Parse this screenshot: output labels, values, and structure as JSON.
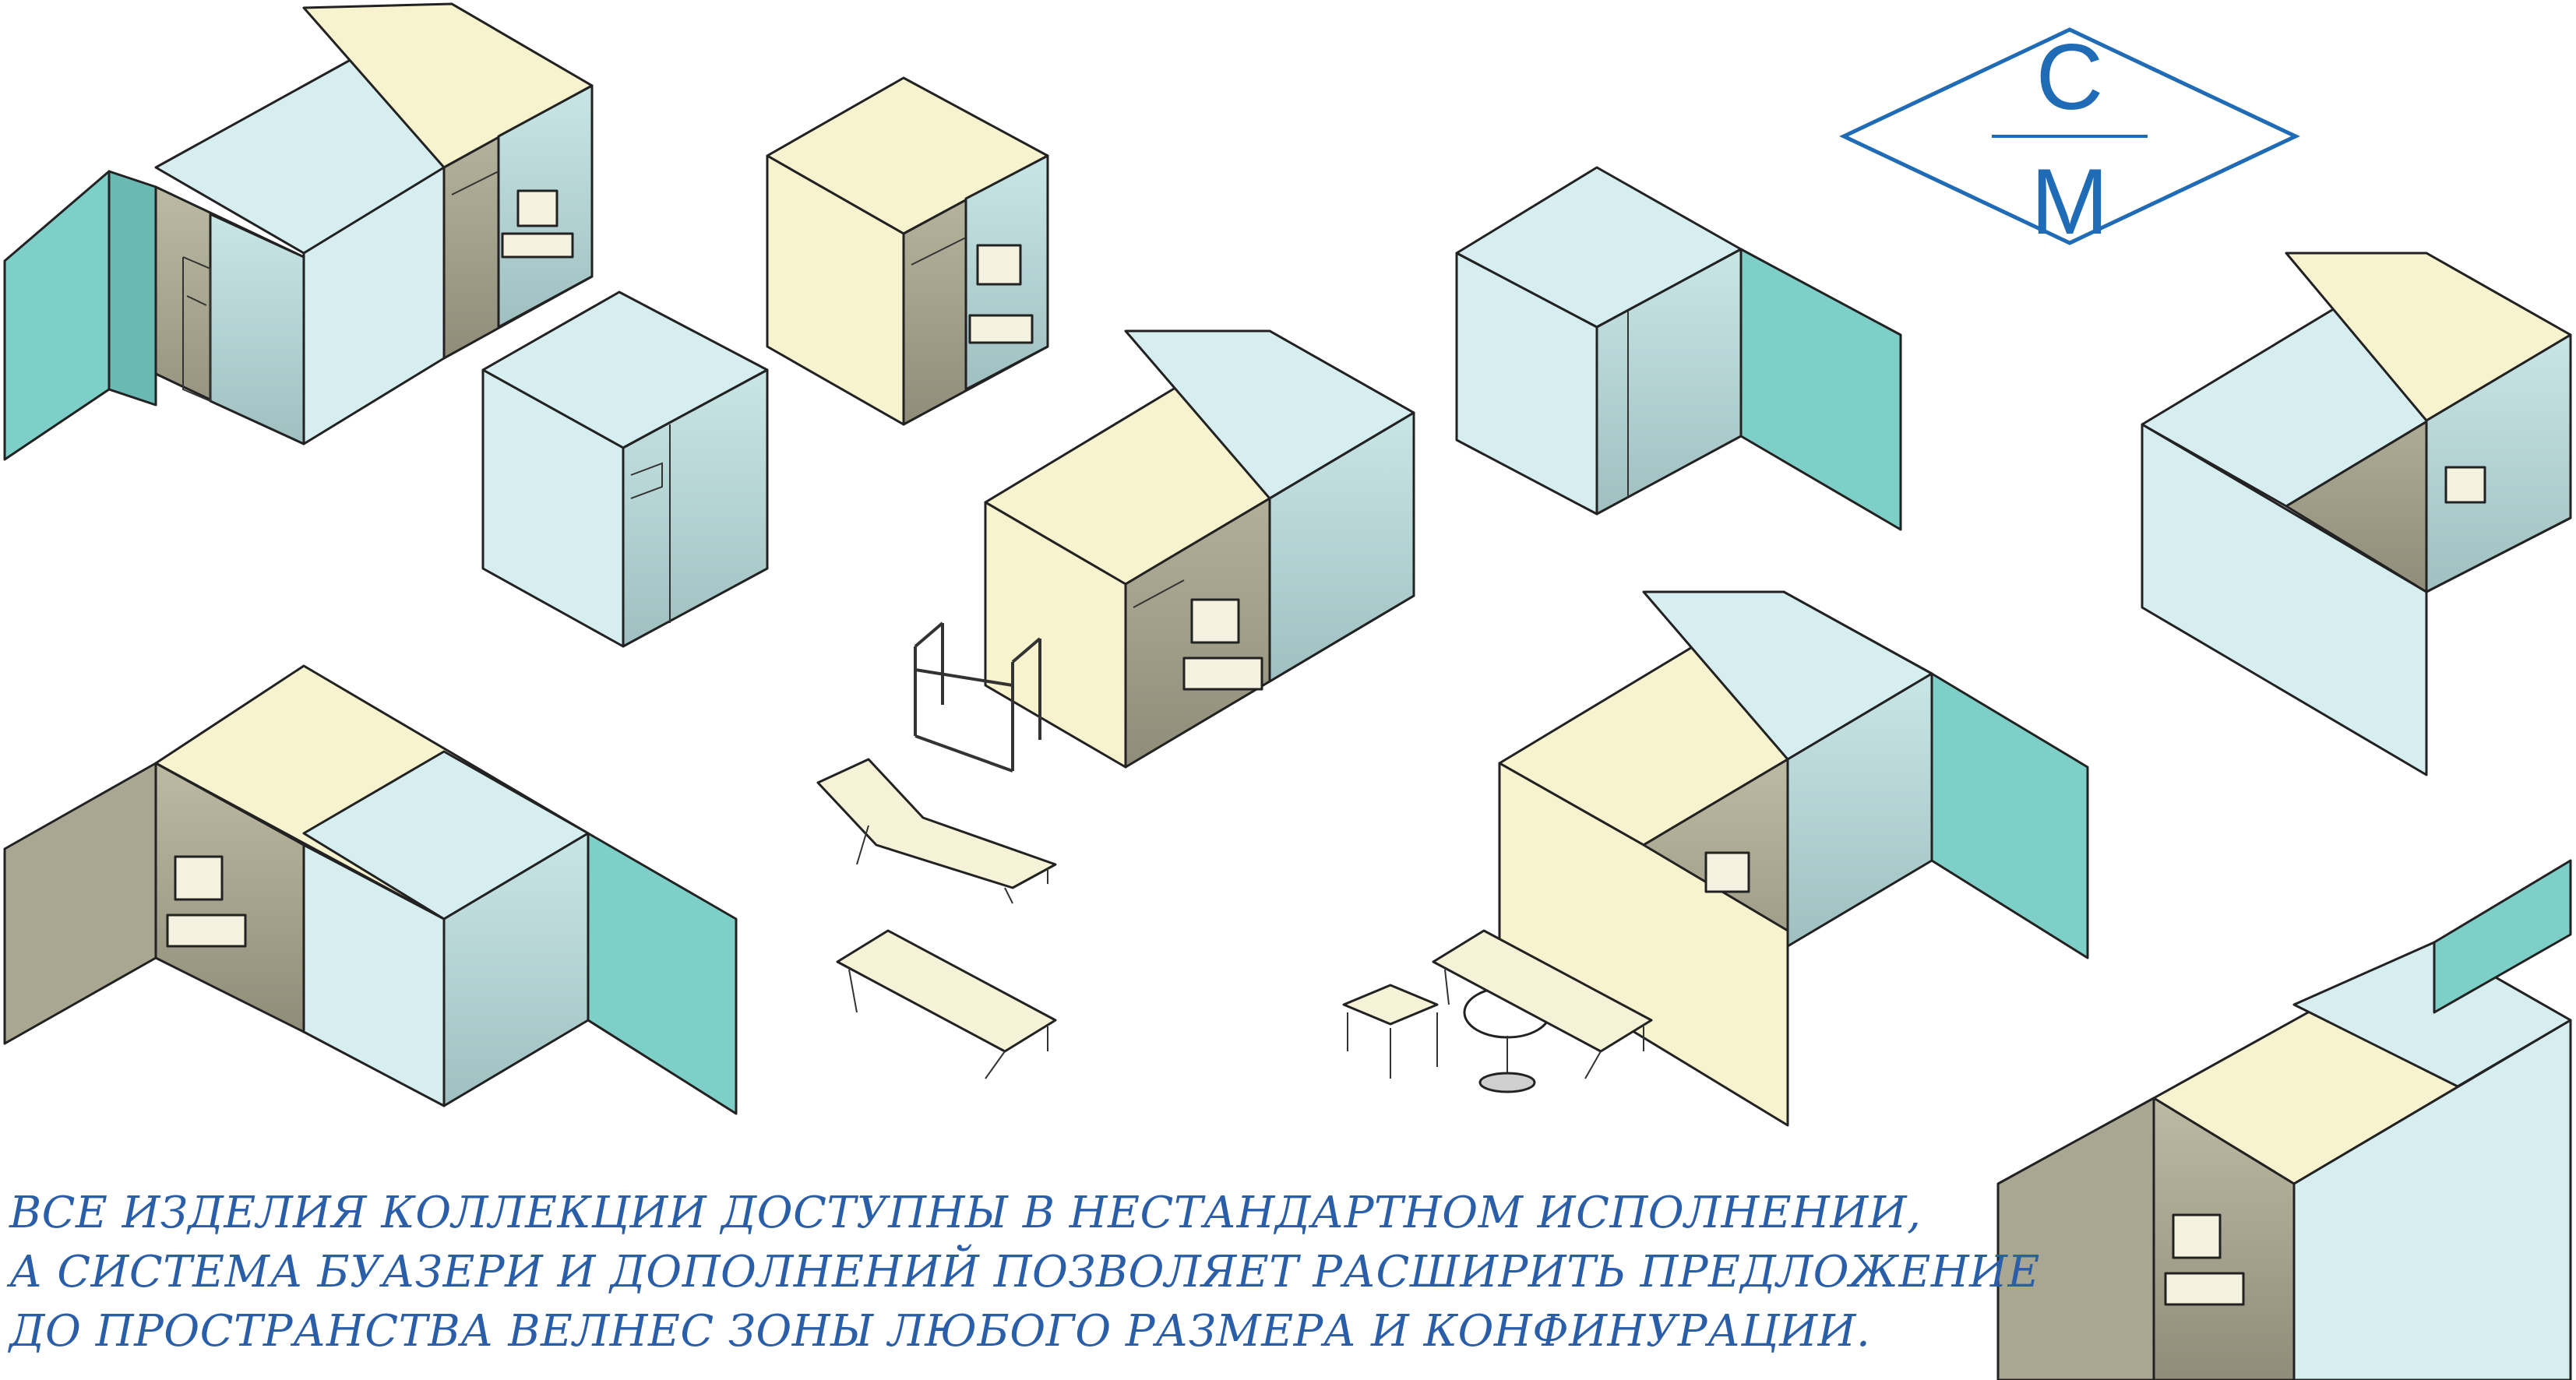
{
  "logo": {
    "top_letter": "С",
    "bottom_letter": "М",
    "color": "#1f6bb5"
  },
  "caption": {
    "line1": "ВСЕ ИЗДЕЛИЯ КОЛЛЕКЦИИ ДОСТУПНЫ В НЕСТАНДАРТНОМ ИСПОЛНЕНИИ,",
    "line2": "А СИСТЕМА БУАЗЕРИ И ДОПОЛНЕНИЙ ПОЗВОЛЯЕТ РАСШИРИТЬ ПРЕДЛОЖЕНИЕ",
    "line3": "ДО ПРОСТРАНСТВА ВЕЛНЕС ЗОНЫ ЛЮБОГО РАЗМЕРА И КОНФИНУРАЦИИ.",
    "color": "#2a5ea8"
  },
  "palette": {
    "cream": "#f7f3cf",
    "pale_blue": "#d6eef0",
    "teal_door": "#7ecfc8",
    "interior_dark": "#a9a792",
    "interior_mid": "#cdcab6",
    "glass": "#b9d9da",
    "wood": "#f5f2d8"
  },
  "modules": [
    {
      "name": "sauna-module-open-left-door"
    },
    {
      "name": "sauna-module-cream"
    },
    {
      "name": "sauna-module-small-blue"
    },
    {
      "name": "sauna-module-central-combo"
    },
    {
      "name": "sauna-module-open-right-door"
    },
    {
      "name": "sauna-module-right-edge"
    },
    {
      "name": "sauna-module-bottom-left"
    },
    {
      "name": "sauna-module-bottom-center"
    },
    {
      "name": "sauna-module-bottom-right"
    }
  ],
  "furniture": [
    {
      "name": "towel-rack"
    },
    {
      "name": "lounge-chair"
    },
    {
      "name": "bench-left"
    },
    {
      "name": "stool"
    },
    {
      "name": "round-table"
    },
    {
      "name": "bench-right"
    }
  ]
}
